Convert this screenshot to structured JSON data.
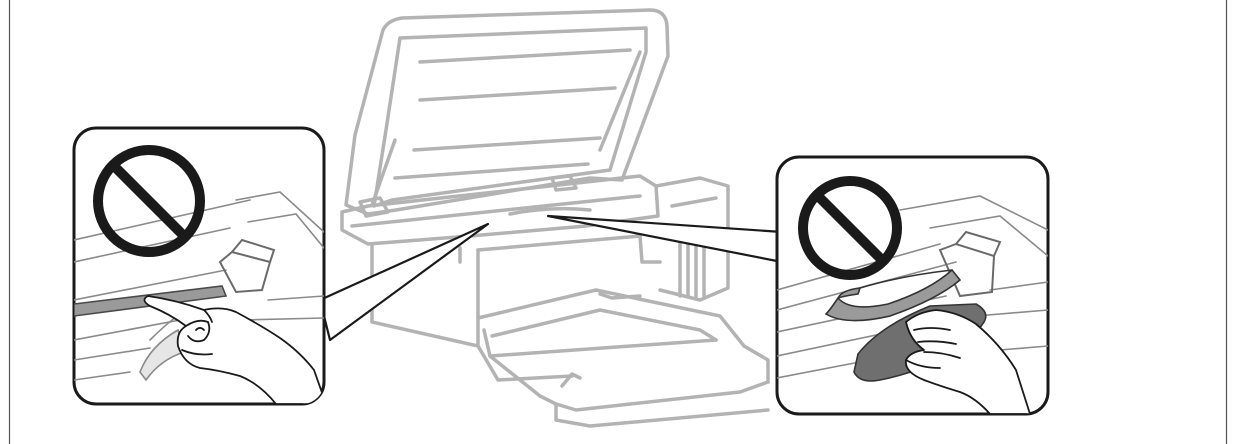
{
  "diagram": {
    "subject": "printer-scanner-unit-open",
    "callouts": [
      {
        "name": "left-callout",
        "prohibition": "no-touching-flat-cable",
        "icon": "prohibited-icon"
      },
      {
        "name": "right-callout",
        "prohibition": "no-touching-translucent-part",
        "icon": "prohibited-icon"
      }
    ],
    "colors": {
      "printer_outline": "#b3b3b3",
      "detail_line": "#7a7a7a",
      "callout_border": "#1a1a1a",
      "prohibited_symbol": "#1a1a1a",
      "flat_cable": "#9a9a9a",
      "translucent_part": "#6f6f6f"
    }
  }
}
